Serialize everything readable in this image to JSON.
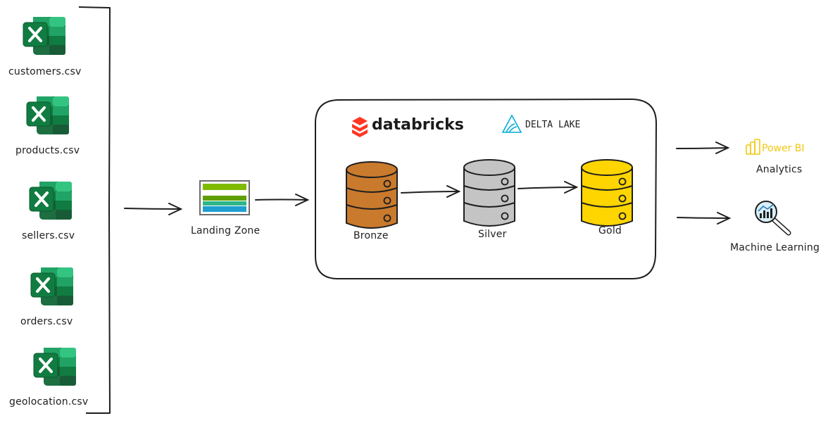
{
  "sources": {
    "files": [
      {
        "label": "customers.csv",
        "icon": "excel-icon"
      },
      {
        "label": "products.csv",
        "icon": "excel-icon"
      },
      {
        "label": "sellers.csv",
        "icon": "excel-icon"
      },
      {
        "label": "orders.csv",
        "icon": "excel-icon"
      },
      {
        "label": "geolocation.csv",
        "icon": "excel-icon"
      }
    ]
  },
  "landing_zone": {
    "label": "Landing Zone",
    "icon": "storage-account-icon"
  },
  "platform": {
    "databricks_label": "databricks",
    "delta_label": "DELTA LAKE",
    "layers": [
      {
        "label": "Bronze",
        "color": "#c97a2c"
      },
      {
        "label": "Silver",
        "color": "#c4c4c4"
      },
      {
        "label": "Gold",
        "color": "#ffd500"
      }
    ]
  },
  "outputs": {
    "powerbi": {
      "brand": "Power BI",
      "label": "Analytics",
      "color": "#f2c811"
    },
    "ml": {
      "label": "Machine Learning",
      "icon": "magnifier-chart-icon"
    }
  },
  "colors": {
    "excel_dark": "#1d6f42",
    "excel_mid": "#21a366",
    "excel_light": "#33c481",
    "databricks_red": "#ff3621",
    "delta_teal": "#00add4",
    "stroke": "#1e1e1e"
  }
}
